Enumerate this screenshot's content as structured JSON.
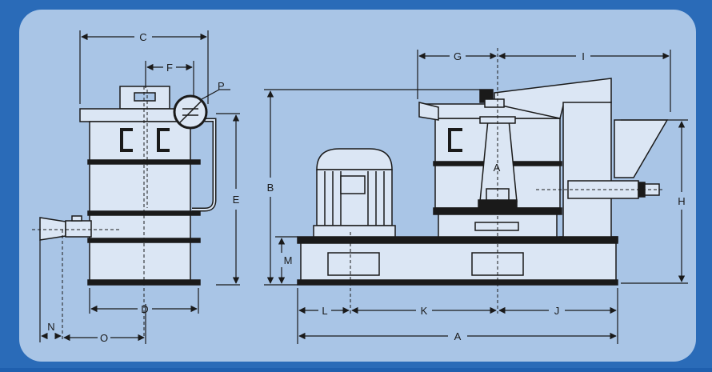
{
  "colors": {
    "frame": "#2a6bb8",
    "panel": "#a9c5e6",
    "machine": "#dbe6f4",
    "stroke": "#1a1a1a"
  },
  "labels": {
    "a": "A",
    "a_inner": "A",
    "b": "B",
    "c": "C",
    "d": "D",
    "e": "E",
    "f": "F",
    "g": "G",
    "h": "H",
    "i": "I",
    "j": "J",
    "k": "K",
    "l": "L",
    "m": "M",
    "n": "N",
    "o": "O",
    "p": "P"
  }
}
